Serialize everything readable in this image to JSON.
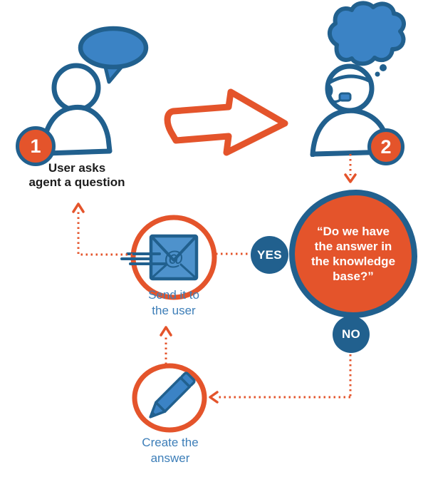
{
  "colors": {
    "orange": "#E4542B",
    "navy": "#21608E",
    "blue": "#3B83C5",
    "light_blue": "#4E92CC",
    "label_blue": "#3D7EB8",
    "text_black": "#1C1C1C"
  },
  "step1": {
    "badge": "1",
    "label": "User asks\nagent a question"
  },
  "step2": {
    "badge": "2"
  },
  "decision": {
    "question": "“Do we have\nthe answer in\nthe knowledge\nbase?”"
  },
  "yes_branch": {
    "badge": "YES",
    "label": "Send it to\nthe user"
  },
  "no_branch": {
    "badge": "NO",
    "label": "Create the\nanswer"
  },
  "icons": {
    "at_glyph": "@"
  }
}
